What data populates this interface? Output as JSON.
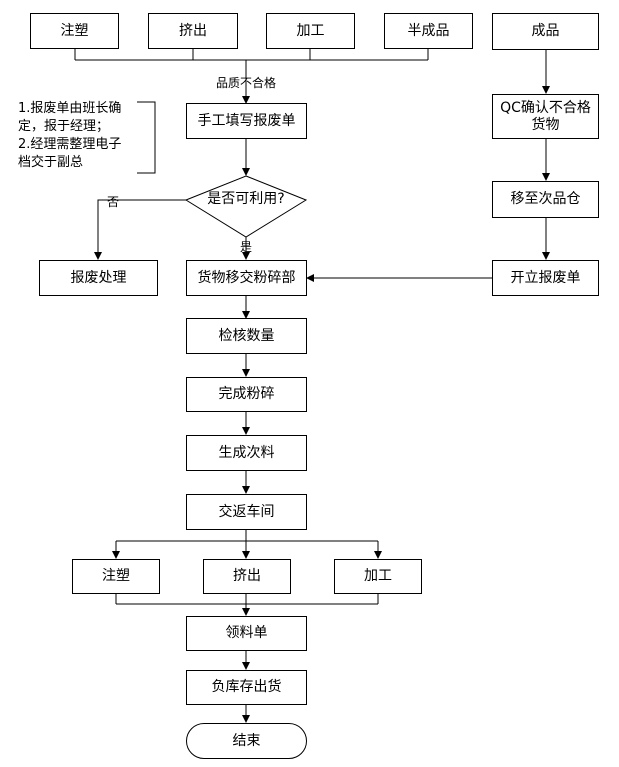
{
  "nodes": {
    "injection_top": "注塑",
    "extrusion_top": "挤出",
    "processing_top": "加工",
    "semi_finished": "半成品",
    "finished": "成品",
    "manual_fill": "手工填写报废单",
    "decision": "是否可利用?",
    "scrap": "报废处理",
    "to_crusher": "货物移交粉碎部",
    "qc_line1": "QC确认不合格",
    "qc_line2": "货物",
    "move_secondary": "移至次品仓",
    "open_scrap_form": "开立报废单",
    "check_qty": "检核数量",
    "crush_done": "完成粉碎",
    "make_secondary": "生成次料",
    "return_workshop": "交返车间",
    "injection_bottom": "注塑",
    "extrusion_bottom": "挤出",
    "processing_bottom": "加工",
    "requisition": "领料单",
    "warehouse_out": "负库存出货",
    "end": "结束"
  },
  "labels": {
    "quality_fail": "品质不合格",
    "no": "否",
    "yes": "是"
  },
  "notes": {
    "line1": "1.报废单由班长确",
    "line2": "定，报于经理；",
    "line3": "2.经理需整理电子",
    "line4": "档交于副总"
  }
}
